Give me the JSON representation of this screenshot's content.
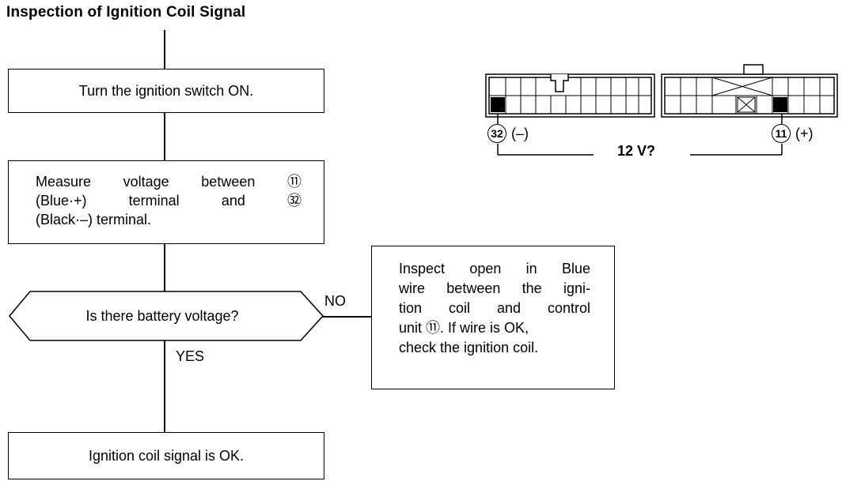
{
  "title": "Inspection of Ignition Coil Signal",
  "steps": {
    "step1": "Turn the ignition switch ON.",
    "step2": {
      "line1_a": "Measure",
      "line1_b": "voltage",
      "line1_c": "between",
      "line1_mark": "⑪",
      "line2_a": "(Blue·+)",
      "line2_b": "terminal",
      "line2_c": "and",
      "line2_mark": "㉜",
      "line3": "(Black·–) terminal."
    },
    "decision": "Is there battery voltage?",
    "yes_label": "YES",
    "no_label": "NO",
    "no_box": {
      "line1": "Inspect open in Blue",
      "line2": "wire between the igni-",
      "line3": "tion coil and control",
      "line4_a": "unit",
      "line4_mark": "⑪",
      "line4_b": ". If wire is OK,",
      "line5": "check the ignition coil."
    },
    "result": "Ignition coil signal is OK."
  },
  "connector": {
    "left_pin": "32",
    "left_sign": "(–)",
    "right_pin": "11",
    "right_sign": "(+)",
    "voltage": "12 V?"
  }
}
